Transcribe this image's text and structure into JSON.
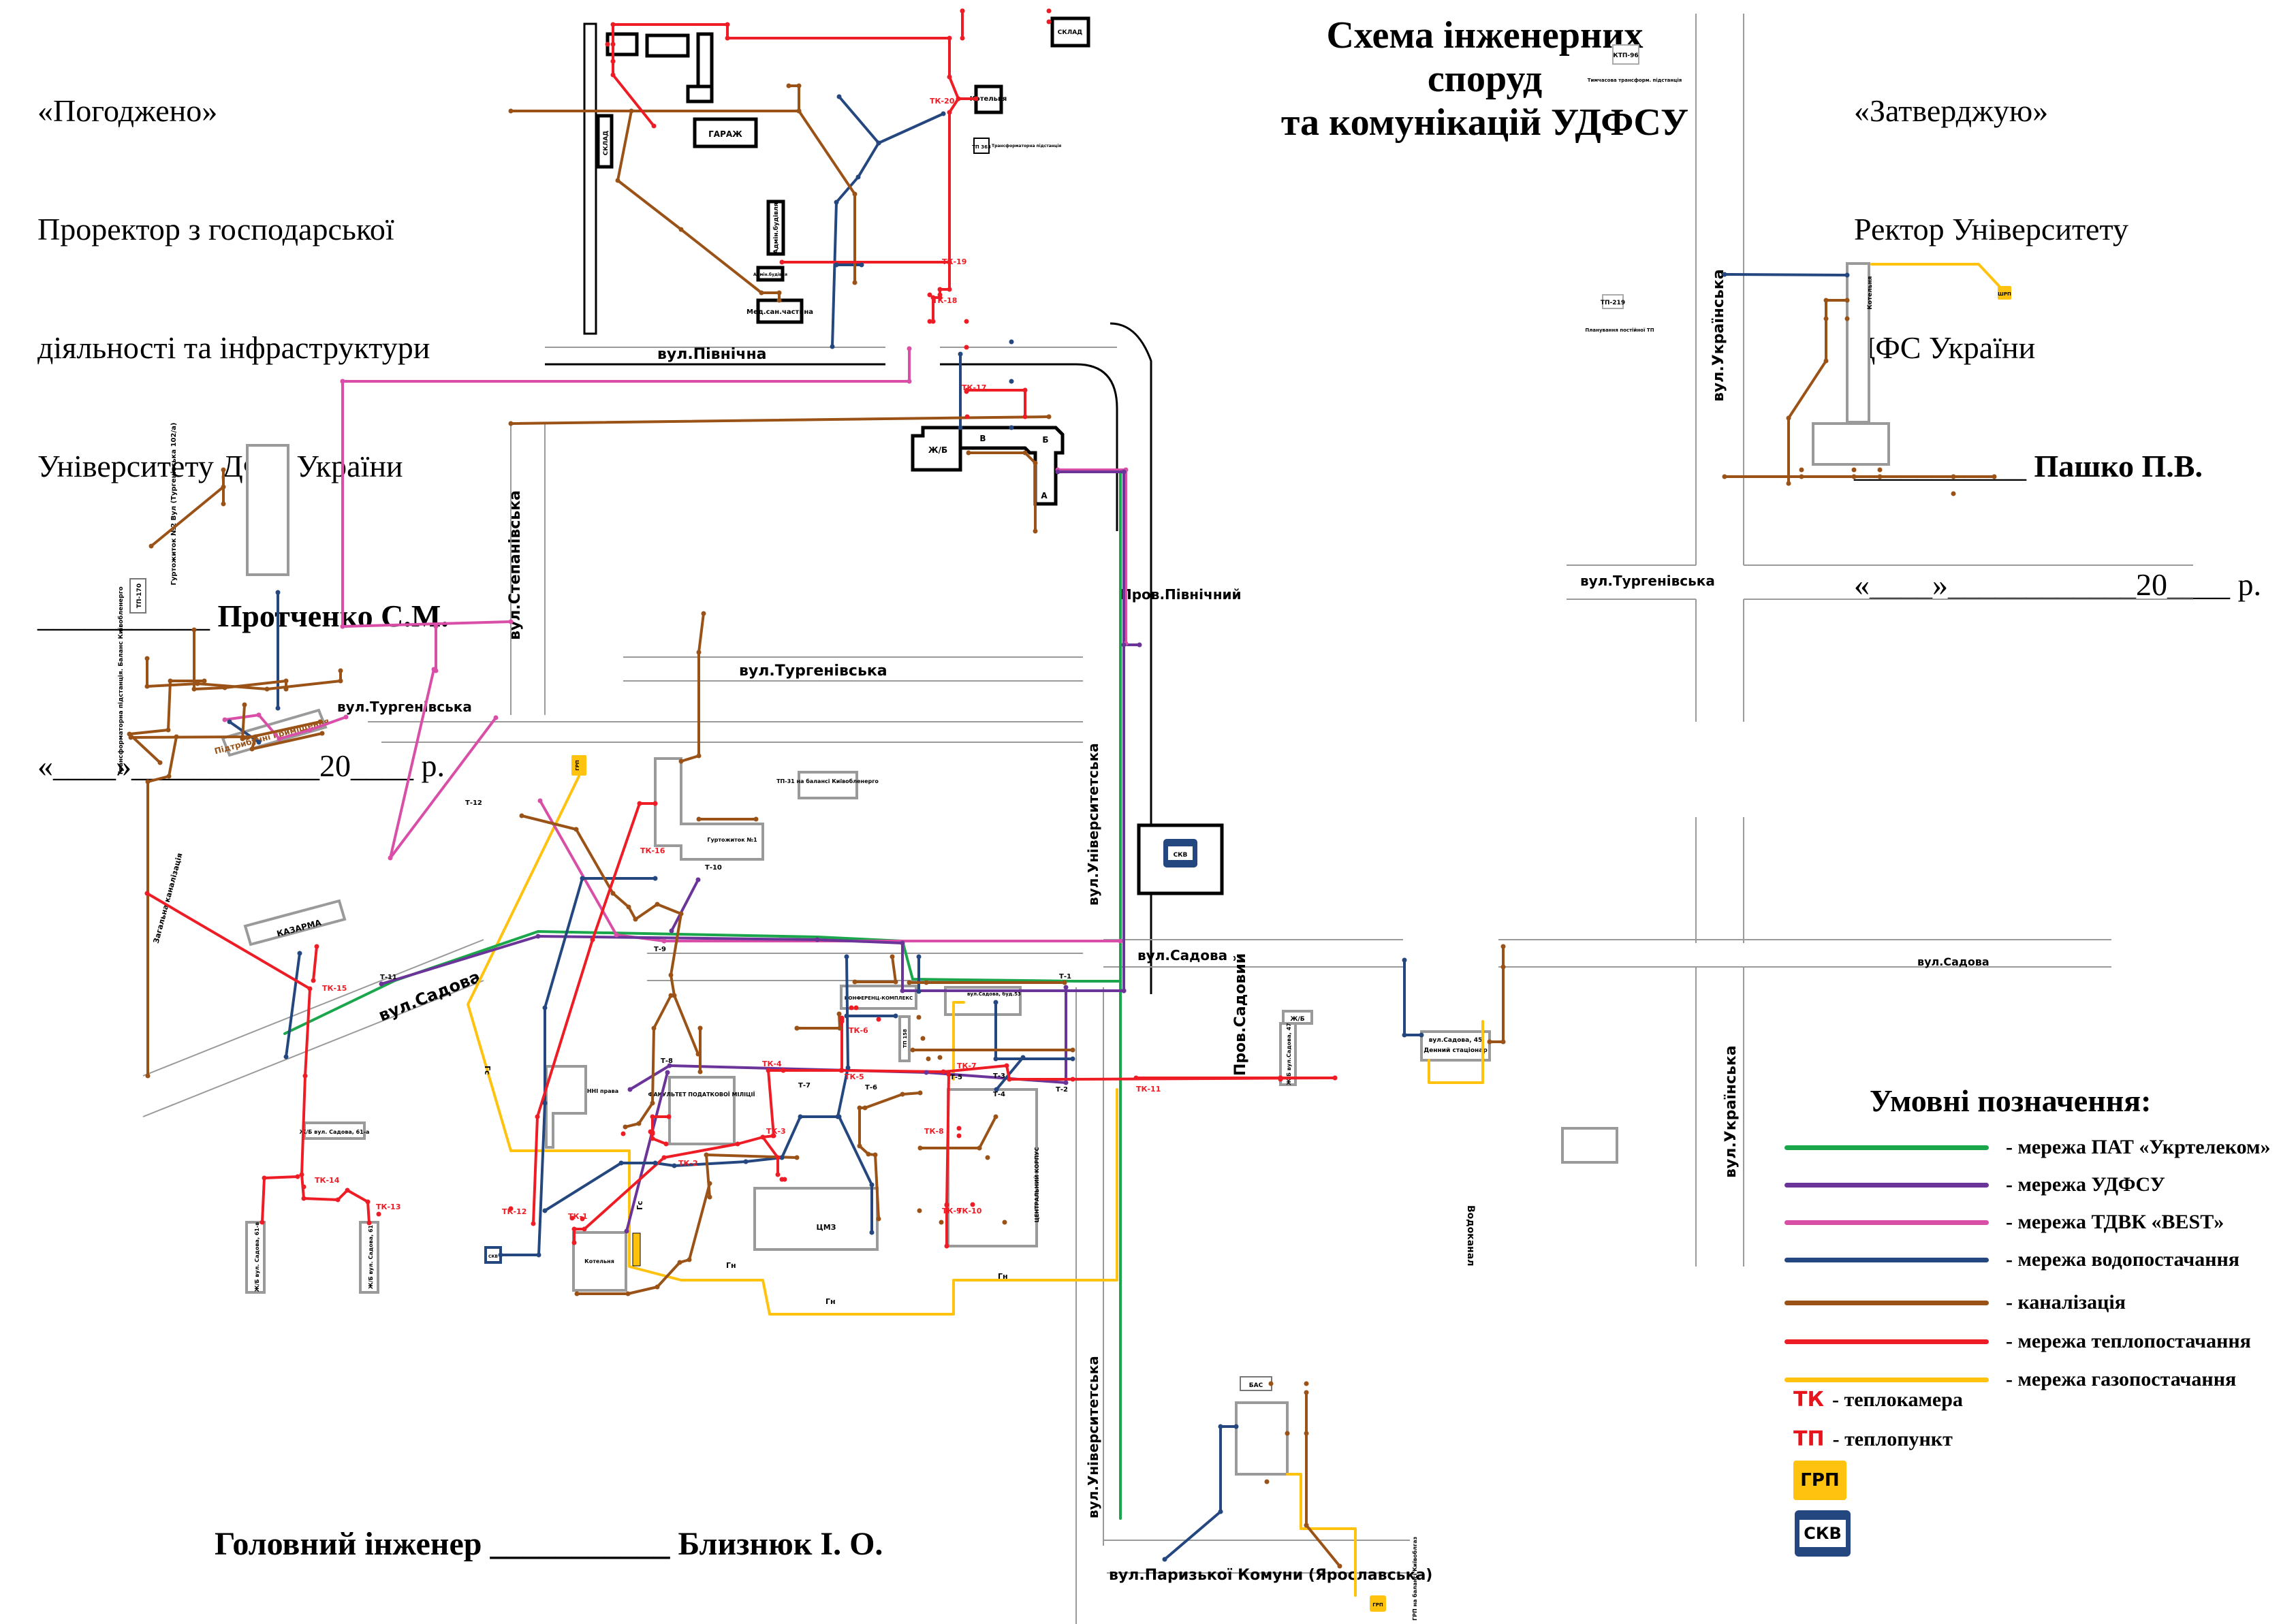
{
  "approved_left": {
    "line1": "«Погоджено»",
    "line2": "Проректор з господарської",
    "line3": "діяльності та інфраструктури",
    "line4": "Університету ДФС України",
    "sign_line": "___________",
    "name": "Протченко С.М.",
    "date_line": "«____»____________20____ р."
  },
  "approved_right": {
    "line1": "«Затверджую»",
    "line2": "Ректор Університету",
    "line3": "ДФС України",
    "sign_line": "___________",
    "name": "Пашко П.В.",
    "date_line": "«____»____________20____ р."
  },
  "title": {
    "line1": "Схема інженерних",
    "line2": "споруд",
    "line3": "та комунікацій УДФСУ"
  },
  "footer": {
    "label": "Головний інженер",
    "sign_line": "___________",
    "name": "Близнюк І. О."
  },
  "colors": {
    "ukrtelecom": "#1aa64a",
    "udfsu": "#6a3499",
    "best": "#d94fa8",
    "water": "#24477f",
    "sewer": "#9a5217",
    "heat": "#ee1c25",
    "gas": "#ffc20e"
  },
  "legend": {
    "title": "Умовні позначення:",
    "items": [
      {
        "key": "ukrtelecom",
        "label": "- мережа ПАТ «Укртелеком»"
      },
      {
        "key": "udfsu",
        "label": "- мережа УДФСУ"
      },
      {
        "key": "best",
        "label": "- мережа ТДВК «BEST»"
      },
      {
        "key": "water",
        "label": "- мережа водопостачання"
      },
      {
        "key": "sewer",
        "label": "- каналізація"
      },
      {
        "key": "heat",
        "label": "- мережа теплопостачання"
      },
      {
        "key": "gas",
        "label": "- мережа газопостачання"
      }
    ],
    "tk_abbr": "ТК",
    "tk_label": "- теплокамера",
    "tp_abbr": "ТП",
    "tp_label": "- теплопункт",
    "grp_badge": "ГРП",
    "skv_badge": "СКВ"
  },
  "streets": {
    "pivnichna": "вул.Північна",
    "stepanivska": "вул.Степанівська",
    "turgenivska": "вул.Тургенівська",
    "sadova": "вул.Садова",
    "universytetska": "вул.Університетська",
    "prov_pivnichnyi": "Пров.Північний",
    "prov_sadovyi": "Пров.Садовий",
    "ukrainska": "вул.Українська",
    "paryzkoi_komuny": "вул.Паризької Комуни (Ярославська)",
    "vodokanal": "Водоканал"
  },
  "buildings": {
    "garage": "ГАРАЖ",
    "sklad": "СКЛАД",
    "kotelnia": "Котельня",
    "admin": "Адмін.будівля",
    "medsan": "Мед.сан.частина",
    "tp363": "ТП 363",
    "tp363_note": "Трансформаторна підстанція",
    "zb": "Ж/Б",
    "a": "А",
    "b": "Б",
    "v": "В",
    "dorm2": "Гуртожиток №2 Вул (Тургенівська 102/а)",
    "tp170": "ТП-170",
    "tp_kyivoblenergo": "Трансформаторна підстанція. Баланс Київобленерго",
    "podtribune": "Підтрибунні приміщення",
    "zahalna": "Загальна каналізація",
    "kazarma": "КАЗАРМА",
    "zb_61a": "Ж/Б вул. Садова, 61-а",
    "zb_61v": "Ж/Б вул. Садова, 61-в",
    "zb_61": "Ж/Б вул. Садова, 61",
    "dorm1": "Гуртожиток №1",
    "tp31": "ТП-31 на балансі Київобленерго",
    "conf": "КОНФЕРЕНЦ-КОМПЛЕКС",
    "tp158": "ТП 158",
    "sadova53": "вул.Садова, буд.53",
    "nni": "ННІ права",
    "fpm": "ФАКУЛЬТЕТ ПОДАТКОВОЇ МІЛІЦІЇ",
    "cmz": "ЦМЗ",
    "central": "ЦЕНТРАЛЬНИЙ КОРПУС",
    "zb_sadova47": "Ж/Б вул.Садова, 47",
    "sadova45": "вул.Садова, 45",
    "denny": "Денний стаціонар",
    "ktp96": "КТП-96",
    "ktp96_note": "Тимчасова трансформ. підстанція",
    "tp219": "ТП-219",
    "tp219_note": "Планування постійної ТП",
    "shrp": "ШРП",
    "bas": "БАС",
    "grp_note": "ГРП на балансі Київоблгаз",
    "tp": "ТП",
    "grp": "ГРП",
    "skv": "СКВ"
  },
  "nodes": {
    "tk": [
      "ТК-1",
      "ТК-2",
      "ТК-3",
      "ТК-4",
      "ТК-5",
      "ТК-6",
      "ТК-7",
      "ТК-8",
      "ТК-9",
      "ТК-10",
      "ТК-11",
      "ТК-12",
      "ТК-13",
      "ТК-14",
      "ТК-15",
      "ТК-16",
      "ТК-17",
      "ТК-18",
      "ТК-19",
      "ТК-20"
    ],
    "t": [
      "Т-1",
      "Т-2",
      "Т-3",
      "Т-4",
      "Т-5",
      "Т-6",
      "Т-7",
      "Т-8",
      "Т-9",
      "Т-10",
      "Т-11",
      "Т-12"
    ],
    "gas_labels": [
      "Гс",
      "Гн"
    ],
    "pg": "пг"
  }
}
